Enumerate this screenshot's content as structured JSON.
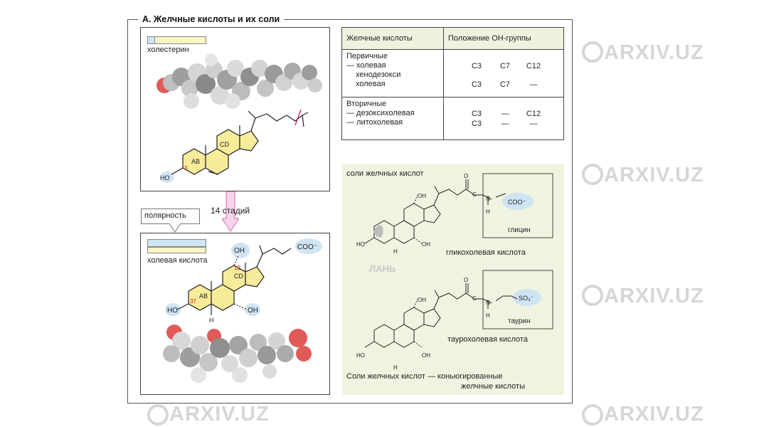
{
  "frame": {
    "title": "А. Желчные кислоты и их соли"
  },
  "cholesterol": {
    "label": "холестерин",
    "ring_labels": {
      "cd": "CD",
      "ab": "AB",
      "pos3": "3",
      "ho": "HO"
    }
  },
  "arrow": {
    "label": "14 стадий"
  },
  "polarity_label": "полярность",
  "cholic": {
    "label": "холевая кислота",
    "oh_top": "OH",
    "coo": "COO⁻",
    "pos12": "12",
    "pos37": "37",
    "cd": "CD",
    "ab": "AB",
    "ho": "HO",
    "oh_bottom": "OH",
    "h": "H"
  },
  "table": {
    "headers": [
      "Желчные кислоты",
      "Положение ОН-группы"
    ],
    "primary": {
      "names": [
        "Первичные",
        "— холевая",
        "хенодезокси",
        "холевая"
      ],
      "positions": [
        [
          "C3",
          "C7",
          "C12"
        ],
        [
          "C3",
          "C7",
          "—"
        ]
      ]
    },
    "secondary": {
      "names": [
        "Вторичные",
        "— дезоксихолевая",
        "— литохолевая"
      ],
      "positions": [
        [
          "C3",
          "—",
          "C12"
        ],
        [
          "C3",
          "—",
          "—"
        ]
      ]
    }
  },
  "salts": {
    "title": "соли желчных кислот",
    "glycine": "глицин",
    "glycocholic": "гликохолевая кислота",
    "taurine": "таурин",
    "taurocholic": "таурохолевая кислота",
    "coo": "COO⁻",
    "so3": "SO₃⁻",
    "o": "O",
    "c": "C",
    "n": "N",
    "h": "H",
    "oh": "OH",
    "ho": "HO",
    "footer_line1": "Соли желчных кислот — коньюгированные",
    "footer_line2": "желчные кислоты",
    "lan": "ЛАНЬ"
  },
  "watermark": "ARXIV.UZ"
}
